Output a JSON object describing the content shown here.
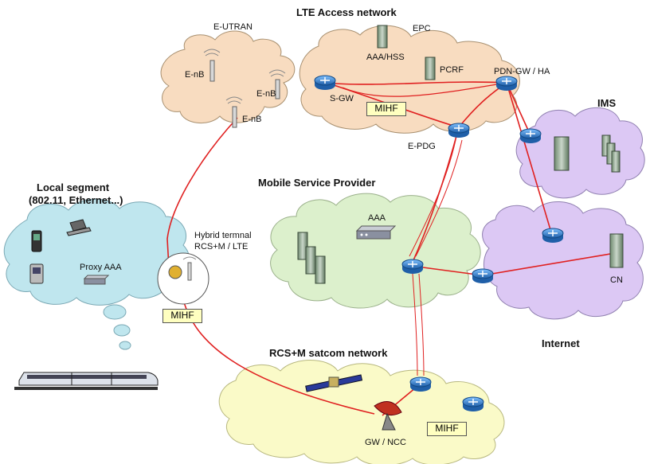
{
  "titles": {
    "lte": "LTE Access network",
    "ims": "IMS",
    "msp": "Mobile Service Provider",
    "local": "Local segment",
    "local_sub": "(802.11, Ethernet...)",
    "internet": "Internet",
    "rcs": "RCS+M satcom network"
  },
  "labels": {
    "eutran": "E-UTRAN",
    "epc": "EPC",
    "aaa_hss": "AAA/HSS",
    "pcrf": "PCRF",
    "pdn_gw": "PDN-GW / HA",
    "sgw": "S-GW",
    "epdg": "E-PDG",
    "enb1": "E-nB",
    "enb2": "E-nB",
    "enb3": "E-nB",
    "aaa": "AAA",
    "proxy_aaa": "Proxy AAA",
    "hybrid1": "Hybrid termnal",
    "hybrid2": "RCS+M / LTE",
    "cn": "CN",
    "gw_ncc": "GW / NCC"
  },
  "mihf": {
    "lte": "MIHF",
    "terminal": "MIHF",
    "sat": "MIHF"
  },
  "colors": {
    "lte_cloud": "#f8dcc0",
    "ims_cloud": "#dcc8f4",
    "msp_cloud": "#dcf0cc",
    "local_cloud": "#bfe6ee",
    "sat_cloud": "#fafac8",
    "link": "#e02020",
    "router": "#2f7fd0",
    "mihf_box": "#ffffc0"
  }
}
